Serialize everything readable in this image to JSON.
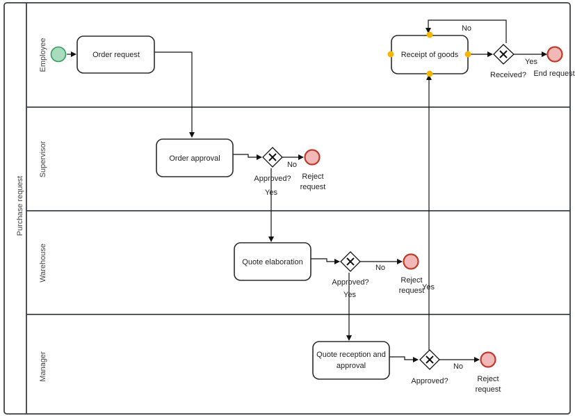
{
  "pool": {
    "label": "Purchase request"
  },
  "lanes": [
    {
      "id": "employee",
      "label": "Employee"
    },
    {
      "id": "supervisor",
      "label": "Supervisor"
    },
    {
      "id": "warehouse",
      "label": "Warehouse"
    },
    {
      "id": "manager",
      "label": "Manager"
    }
  ],
  "tasks": {
    "order_request": "Order request",
    "receipt_of_goods": "Receipt of goods",
    "order_approval": "Order approval",
    "quote_elaboration": "Quote elaboration",
    "quote_reception_line1": "Quote reception and",
    "quote_reception_line2": "approval"
  },
  "gateways": {
    "received": "Received?",
    "approved_supervisor": "Approved?",
    "approved_warehouse": "Approved?",
    "approved_manager": "Approved?"
  },
  "events": {
    "end_request": "End request",
    "reject_supervisor_line1": "Reject",
    "reject_supervisor_line2": "request",
    "reject_warehouse_line1": "Reject",
    "reject_warehouse_line2": "request",
    "reject_manager_line1": "Reject",
    "reject_manager_line2": "request"
  },
  "flow_labels": {
    "received_no": "No",
    "received_yes": "Yes",
    "supervisor_no": "No",
    "supervisor_yes": "Yes",
    "warehouse_no": "No",
    "warehouse_yes": "Yes",
    "manager_no": "No",
    "manager_yes": "Yes"
  },
  "colors": {
    "start_fill": "#a8dcbc",
    "start_stroke": "#2e9e5a",
    "end_fill": "#f2b8b8",
    "end_stroke": "#c0392b",
    "handle": "#f4b400",
    "frame": "#3a3f45"
  }
}
